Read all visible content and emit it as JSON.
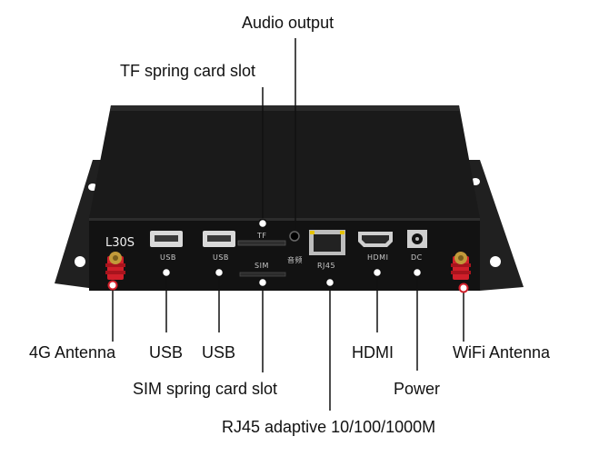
{
  "callouts": {
    "audio_output": "Audio output",
    "tf_slot": "TF spring card slot",
    "antenna_4g": "4G Antenna",
    "usb_1": "USB",
    "usb_2": "USB",
    "sim_slot": "SIM spring card slot",
    "hdmi": "HDMI",
    "power": "Power",
    "wifi_antenna": "WiFi Antenna",
    "rj45": "RJ45 adaptive 10/100/1000M"
  },
  "panel": {
    "model": "L30S",
    "usb_1": "USB",
    "usb_2": "USB",
    "tf": "TF",
    "sim": "SIM",
    "audio": "音频",
    "rj45": "RJ45",
    "hdmi": "HDMI",
    "dc": "DC"
  },
  "colors": {
    "case": "#161616",
    "antenna_connector": "#d11f2a",
    "leader_line": "#111111",
    "silkscreen": "#c8c8c8"
  }
}
